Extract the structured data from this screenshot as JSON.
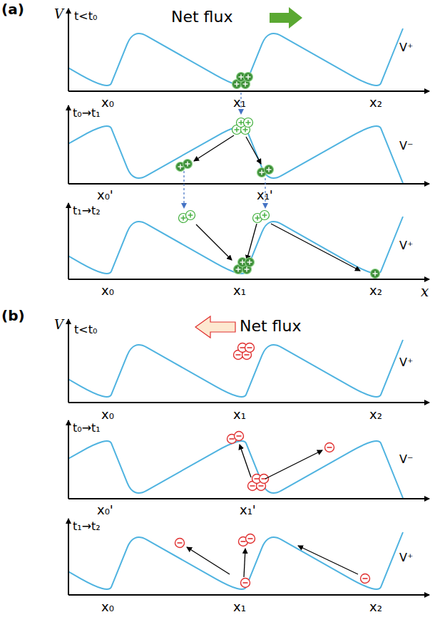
{
  "diagram": {
    "labels": [
      "(a)",
      "V",
      "t<t₀",
      "Net flux",
      "V⁺",
      "x₀",
      "x₁",
      "x₂",
      "t₀→t₁",
      "V⁻",
      "x₀'",
      "x₁'",
      "t₁→t₂",
      "V⁺",
      "x₀",
      "x₁",
      "x₂",
      "x",
      "(b)",
      "V",
      "t<t₀",
      "Net flux",
      "V⁺",
      "x₀",
      "x₁",
      "x₂",
      "t₀→t₁",
      "V⁻",
      "x₀'",
      "x₁'",
      "t₁→t₂",
      "V⁺",
      "x₀",
      "x₁",
      "x₂"
    ]
  }
}
